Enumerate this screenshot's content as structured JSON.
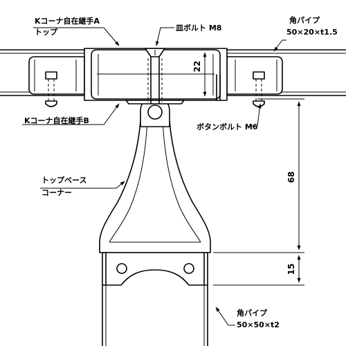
{
  "labels": {
    "corner_joint_a_line1": "Kコーナ自在継手A",
    "corner_joint_a_line2": "トップ",
    "flat_bolt": "皿ボルト M8",
    "square_pipe_top_line1": "角パイプ",
    "square_pipe_top_line2": "50×20×t1.5",
    "corner_joint_b": "Kコーナ自在継手B",
    "button_bolt": "ボタンボルト M6",
    "top_base_line1": "トップベース",
    "top_base_line2": "コーナー",
    "square_pipe_bottom_line1": "角パイプ",
    "square_pipe_bottom_line2": "50×50×t2"
  },
  "dimensions": {
    "joint_height": "22",
    "base_height": "68",
    "plate_height": "15"
  }
}
